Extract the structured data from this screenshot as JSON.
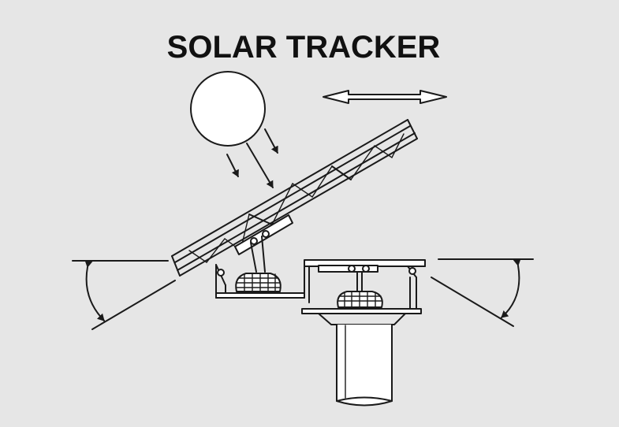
{
  "diagram": {
    "title": "SOLAR TRACKER"
  },
  "colors": {
    "background": "#e6e6e6",
    "ink": "#1a1a1a",
    "fill": "#ffffff"
  },
  "icons": [
    "sun-icon",
    "sunlight-ray-arrow",
    "double-headed-arrow",
    "tilt-angle-arc",
    "actuator-bellows-icon"
  ]
}
